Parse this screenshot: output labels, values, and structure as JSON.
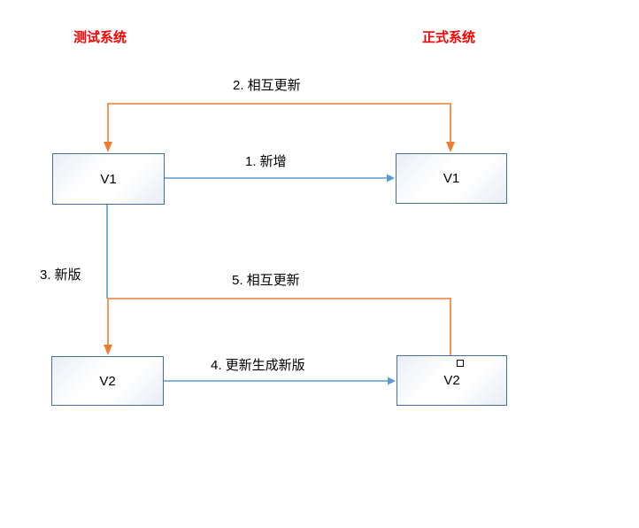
{
  "diagram": {
    "headers": {
      "test": {
        "label": "测试系统"
      },
      "prod": {
        "label": "正式系统"
      }
    },
    "nodes": {
      "test_v1": {
        "label": "V1"
      },
      "prod_v1": {
        "label": "V1"
      },
      "test_v2": {
        "label": "V2"
      },
      "prod_v2": {
        "label": "V2"
      }
    },
    "edges": {
      "e1": {
        "label": "1. 新增",
        "from": "test_v1",
        "to": "prod_v1",
        "color": "#5B9BD5"
      },
      "e2": {
        "label": "2. 相互更新",
        "from": "test_v1",
        "to": "prod_v1",
        "color": "#ED7D31"
      },
      "e3": {
        "label": "3. 新版",
        "from": "test_v1",
        "to": "test_v2",
        "color": "#5B9BD5"
      },
      "e4": {
        "label": "4. 更新生成新版",
        "from": "test_v2",
        "to": "prod_v2",
        "color": "#5B9BD5"
      },
      "e5": {
        "label": "5. 相互更新",
        "from": "prod_v2",
        "to": "test_v2",
        "color": "#ED7D31"
      }
    },
    "colors": {
      "header_text": "#FF0000",
      "connector_orange": "#ED7D31",
      "connector_blue": "#5B9BD5",
      "node_border": "#41719C",
      "node_text": "#000000"
    }
  }
}
